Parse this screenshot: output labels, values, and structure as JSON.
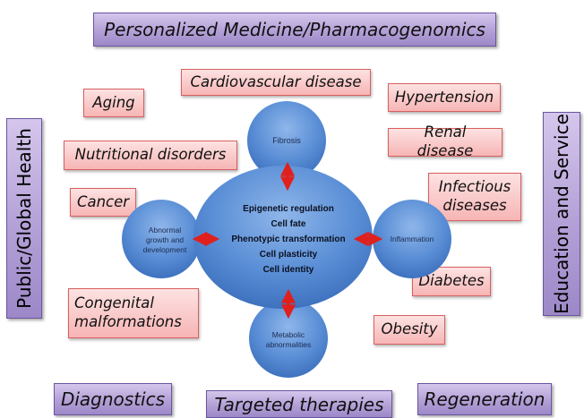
{
  "top_title": "Personalized Medicine/Pharmacogenomics",
  "left_vertical": "Public/Global Health",
  "right_vertical": "Education and Service",
  "bottom_left": "Diagnostics",
  "bottom_center": "Targeted therapies",
  "bottom_right": "Regeneration",
  "diseases": {
    "aging": "Aging",
    "cardiovascular": "Cardiovascular disease",
    "hypertension": "Hypertension",
    "nutritional": "Nutritional disorders",
    "renal": "Renal disease",
    "cancer": "Cancer",
    "infectious_1": "Infectious",
    "infectious_2": "diseases",
    "congenital_1": "Congenital",
    "congenital_2": "malformations",
    "diabetes": "Diabetes",
    "obesity": "Obesity"
  },
  "center": {
    "lines": [
      "Epigenetic regulation",
      "Cell fate",
      "Phenotypic transformation",
      "Cell plasticity",
      "Cell identity"
    ]
  },
  "satellites": {
    "top": "Fibrosis",
    "left_1": "Abnormal",
    "left_2": "growth and",
    "left_3": "development",
    "right": "Inflammation",
    "bottom_1": "Metabolic",
    "bottom_2": "abnormalities"
  },
  "colors": {
    "circle": "#5b8fd6",
    "arrow": "#e0201c",
    "purple_box": "#b3a0d6",
    "pink_box": "#f7b5b5"
  }
}
